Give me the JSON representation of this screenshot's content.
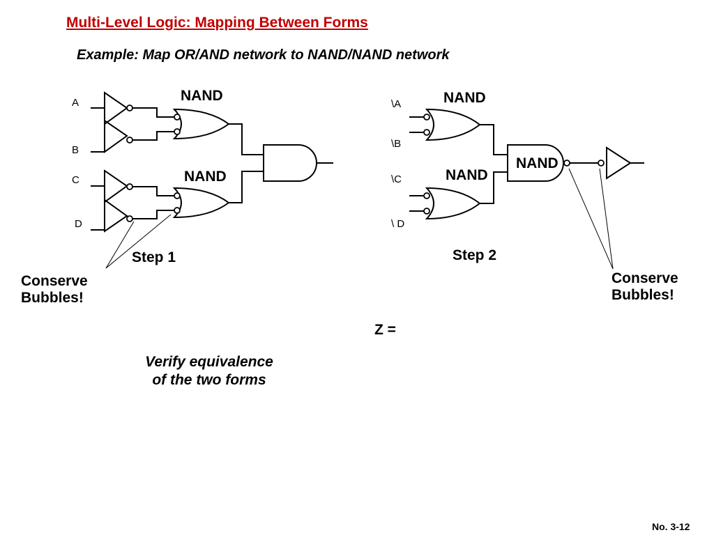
{
  "title": "Multi-Level Logic: Mapping Between Forms",
  "subtitle": "Example: Map OR/AND network to NAND/NAND network",
  "left_diagram": {
    "inputs": [
      "A",
      "B",
      "C",
      "D"
    ],
    "gate_labels": [
      "NAND",
      "NAND"
    ],
    "step": "Step 1",
    "note_line1": "Conserve",
    "note_line2": "Bubbles!"
  },
  "right_diagram": {
    "inputs": [
      "\\A",
      "\\B",
      "\\C",
      "\\ D"
    ],
    "gate_labels": [
      "NAND",
      "NAND",
      "NAND"
    ],
    "step": "Step 2",
    "note_line1": "Conserve",
    "note_line2": "Bubbles!"
  },
  "equation": "Z =",
  "verify_line1": "Verify equivalence",
  "verify_line2": "of the two forms",
  "page_number": "No. 3-12",
  "colors": {
    "title": "#c00000",
    "ink": "#000000",
    "background": "#ffffff"
  }
}
